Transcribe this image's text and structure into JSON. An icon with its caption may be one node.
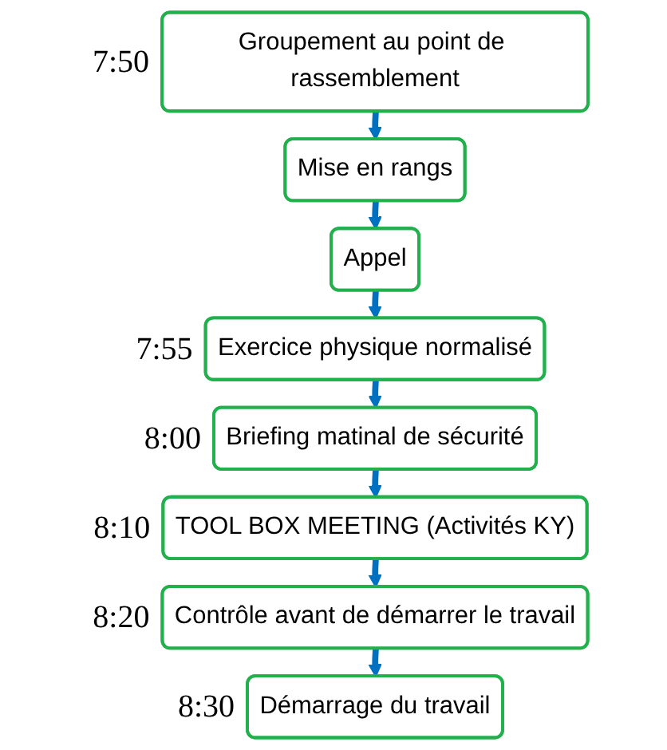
{
  "diagram": {
    "nodes": [
      {
        "text": [
          "Groupement au point de rassemblement"
        ],
        "beside": [
          "7:50"
        ]
      },
      {
        "text": [
          "Mise en rangs"
        ]
      },
      {
        "text": [
          "Appel"
        ]
      },
      {
        "text": [
          "Exercice physique normalisé"
        ],
        "beside": [
          "7:55"
        ]
      },
      {
        "text": [
          "Briefing matinal de sécurité"
        ],
        "beside": [
          "8:00"
        ]
      },
      {
        "text": [
          "TOOL BOX MEETING (Activités KY)"
        ],
        "beside": [
          "8:10"
        ]
      },
      {
        "text": [
          "Contrôle avant de démarrer le travail"
        ],
        "beside": [
          "8:20"
        ]
      },
      {
        "text": [
          "Démarrage du travail"
        ],
        "beside": [
          "8:30"
        ]
      }
    ],
    "edges": [
      {
        "from": 0,
        "to": 1,
        "arrow": "to"
      },
      {
        "from": 1,
        "to": 2,
        "arrow": "to"
      },
      {
        "from": 2,
        "to": 3,
        "arrow": "to"
      },
      {
        "from": 3,
        "to": 4,
        "arrow": "to"
      },
      {
        "from": 4,
        "to": 5,
        "arrow": "to"
      },
      {
        "from": 5,
        "to": 6,
        "arrow": "to"
      },
      {
        "from": 6,
        "to": 7,
        "arrow": "to"
      }
    ]
  }
}
